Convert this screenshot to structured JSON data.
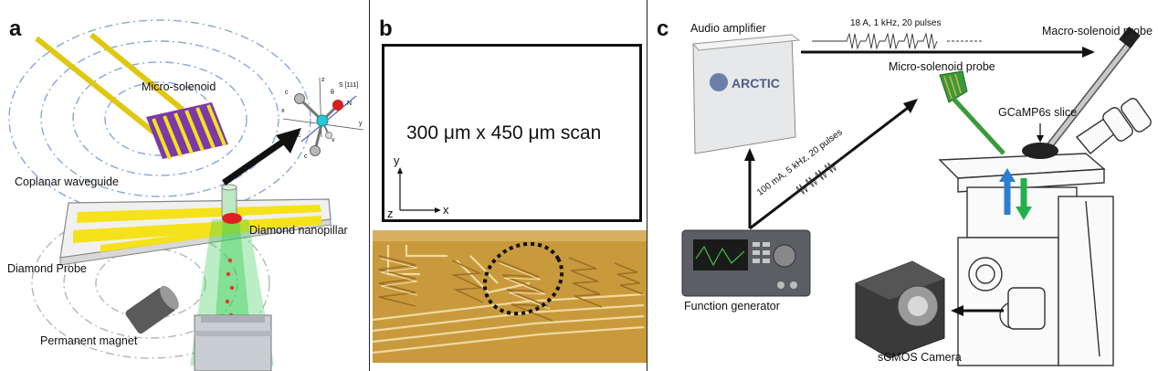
{
  "panel_a": {
    "letter": "a",
    "labels": {
      "micro_solenoid": "Micro-solenoid",
      "coplanar_waveguide": "Coplanar waveguide",
      "diamond_nanopillar": "Diamond nanopillar",
      "diamond_probe": "Diamond Probe",
      "permanent_magnet": "Permanent magnet"
    },
    "nv_labels": {
      "c1": "c",
      "c2": "c",
      "c3": "c",
      "n": "N",
      "v": "v",
      "z": "z",
      "x": "x",
      "y": "y",
      "axis": "S [111]",
      "theta": "θ"
    }
  },
  "panel_b": {
    "letter": "b",
    "scan_label": "300 μm x 450 μm scan",
    "axis_y": "y",
    "axis_x": "x",
    "axis_z": "z"
  },
  "panel_c": {
    "letter": "c",
    "labels": {
      "audio_amplifier": "Audio amplifier",
      "pulse_top": "18 A, 1 kHz, 20 pulses",
      "macro_solenoid_probe": "Macro-solenoid probe",
      "micro_solenoid_probe": "Micro-solenoid probe",
      "gcamp6s_slice": "GCaMP6s slice",
      "pulse_diag": "100 mA, 5 kHz, 20 pulses",
      "function_generator": "Function generator",
      "scmos_camera": "sCMOS Camera"
    },
    "amplifier_brand": "ARCTIC"
  },
  "colors": {
    "waveguide": "#f5e21b",
    "solenoid_purple": "#7a3aa8",
    "laser_green": "#3fcf5a",
    "field_lines": "#8aa6d6",
    "chip_gold": "#c89a3c",
    "arrow_blue": "#2a7fd0",
    "arrow_green": "#22b04a"
  }
}
